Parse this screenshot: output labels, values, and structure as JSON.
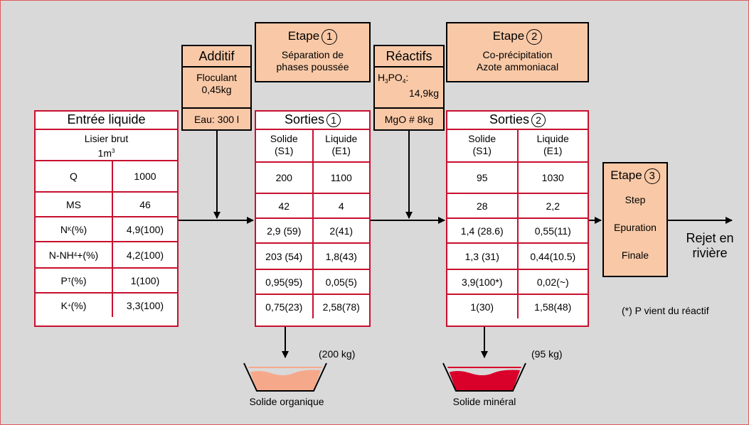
{
  "entree": {
    "title": "Entrée liquide",
    "sub1": "Lisier brut",
    "sub2": "1m",
    "sub2_sup": "3",
    "rows": [
      {
        "label": "Q",
        "value": "1000"
      },
      {
        "label": "MS",
        "value": "46"
      },
      {
        "label_main": "N",
        "label_sub": "K",
        "label_tail": "(%)",
        "value": "4,9(100)"
      },
      {
        "label_main": "N-NH",
        "label_sub": "4",
        "label_tail": "+(%)",
        "value": "4,2(100)"
      },
      {
        "label_main": "P",
        "label_sub": "T",
        "label_tail": "(%)",
        "value": "1(100)"
      },
      {
        "label_main": "K",
        "label_sub": "+",
        "label_tail": "(%)",
        "value": "3,3(100)"
      }
    ]
  },
  "additif": {
    "title": "Additif",
    "line1": "Floculant",
    "line2": "0,45kg",
    "eau": "Eau: 300 l"
  },
  "etape1": {
    "title": "Etape",
    "num": "1",
    "line1": "Séparation de",
    "line2": "phases poussée"
  },
  "reactifs": {
    "title": "Réactifs",
    "line1_main": "H",
    "line1_sub1": "3",
    "line1_mid": "PO",
    "line1_sub2": "4",
    "line1_tail": ":",
    "line2": "14,9kg",
    "mgo": "MgO # 8kg"
  },
  "etape2": {
    "title": "Etape",
    "num": "2",
    "line1": "Co-précipitation",
    "line2": "Azote ammoniacal"
  },
  "sorties1": {
    "title": "Sorties",
    "num": "1",
    "col1": "Solide",
    "col1b": "(S1)",
    "col2": "Liquide",
    "col2b": "(E1)",
    "rows": [
      [
        "200",
        "1100"
      ],
      [
        "42",
        "4"
      ],
      [
        "2,9 (59)",
        "2(41)"
      ],
      [
        "203 (54)",
        "1,8(43)"
      ],
      [
        "0,95(95)",
        "0,05(5)"
      ],
      [
        "0,75(23)",
        "2,58(78)"
      ]
    ],
    "weight": "(200 kg)",
    "bin_label": "Solide organique"
  },
  "sorties2": {
    "title": "Sorties",
    "num": "2",
    "col1": "Solide",
    "col1b": "(S1)",
    "col2": "Liquide",
    "col2b": "(E1)",
    "rows": [
      [
        "95",
        "1030"
      ],
      [
        "28",
        "2,2"
      ],
      [
        "1,4 (28.6)",
        "0,55(11)"
      ],
      [
        "1,3 (31)",
        "0,44(10.5)"
      ],
      [
        "3,9(100*)",
        "0,02(~)"
      ],
      [
        "1(30)",
        "1,58(48)"
      ]
    ],
    "weight": "(95 kg)",
    "bin_label": "Solide minéral"
  },
  "etape3": {
    "title": "Etape",
    "num": "3",
    "line1": "Step",
    "line2": "Epuration",
    "line3": "Finale"
  },
  "rejet": {
    "line1": "Rejet en",
    "line2": "rivière"
  },
  "note": "(*) P vient du réactif",
  "colors": {
    "peach": "#f9c9a7",
    "red": "#c8102e",
    "bg": "#d9d9d9",
    "mineral": "#d9002a",
    "organic": "#f6a98a"
  }
}
